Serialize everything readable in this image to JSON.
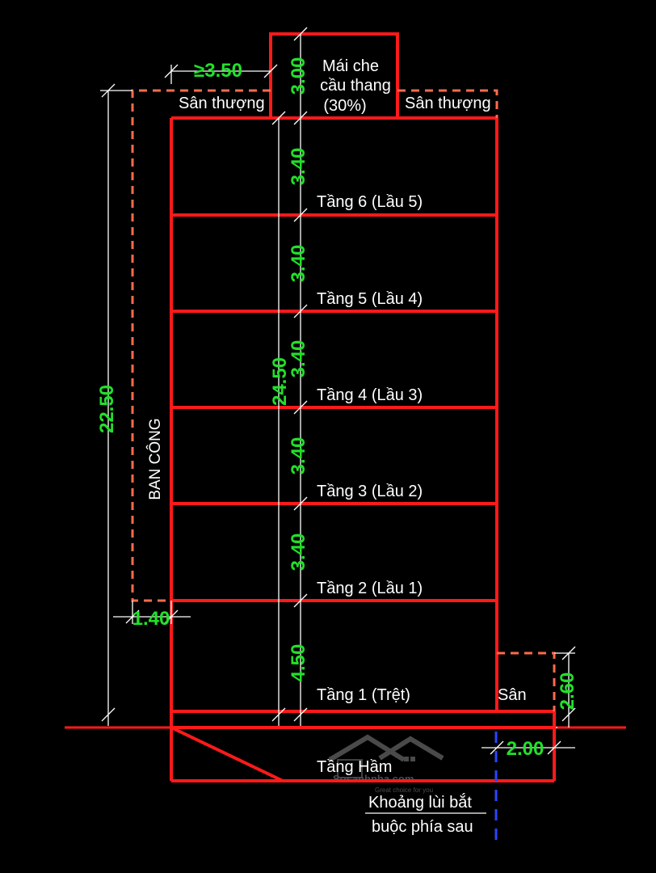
{
  "section": {
    "roof_cover": {
      "line1": "Mái che",
      "line2": "cầu thang",
      "line3": "(30%)"
    },
    "terrace_left": "Sân thượng",
    "terrace_right": "Sân thượng",
    "balcony": "BAN CÔNG",
    "floors": [
      {
        "label": "Tầng 6 (Lầu 5)",
        "height": "3.40"
      },
      {
        "label": "Tầng 5 (Lầu 4)",
        "height": "3.40"
      },
      {
        "label": "Tầng 4 (Lầu 3)",
        "height": "3.40"
      },
      {
        "label": "Tầng 3 (Lầu 2)",
        "height": "3.40"
      },
      {
        "label": "Tầng 2 (Lầu 1)",
        "height": "3.40"
      },
      {
        "label": "Tầng 1 (Trệt)",
        "height": "4.50"
      }
    ],
    "basement": "Tầng Hầm",
    "yard": "Sân",
    "setback": {
      "line1": "Khoảng lùi bắt",
      "line2": "buộc phía sau"
    }
  },
  "dimensions": {
    "roof_height": "3.00",
    "terrace_setback": "≥3.50",
    "total_height_left": "22.50",
    "total_height_center": "24.50",
    "balcony_depth": "1.40",
    "yard_height": "2.60",
    "rear_setback": "2.00"
  },
  "watermark": {
    "brand": "Sosanhnha.com",
    "tagline": "Great choice for you"
  },
  "colors": {
    "walls": "#ff1a1a",
    "dashed_outline": "#ff6a4a",
    "dimension_text": "#22e02a",
    "label_text": "#ffffff",
    "setback_line": "#2a45ff",
    "background": "#000000"
  }
}
